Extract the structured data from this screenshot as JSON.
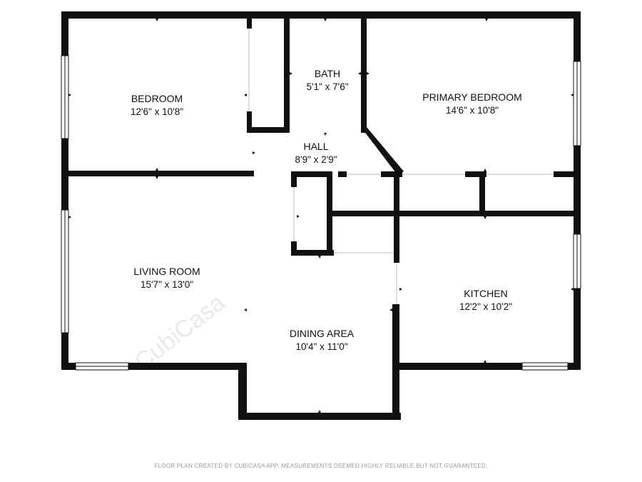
{
  "rooms": [
    {
      "name": "BEDROOM",
      "dimensions": "12'6\" x 10'8\""
    },
    {
      "name": "BATH",
      "dimensions": "5'1\" x 7'6\""
    },
    {
      "name": "PRIMARY BEDROOM",
      "dimensions": "14'6\" x 10'8\""
    },
    {
      "name": "HALL",
      "dimensions": "8'9\" x 2'9\""
    },
    {
      "name": "LIVING ROOM",
      "dimensions": "15'7\" x 13'0\""
    },
    {
      "name": "KITCHEN",
      "dimensions": "12'2\" x 10'2\""
    },
    {
      "name": "DINING AREA",
      "dimensions": "10'4\" x 11'0\""
    }
  ],
  "footer": "FLOOR PLAN CREATED BY CUBICASA APP. MEASUREMENTS DEEMED HIGHLY RELIABLE BUT NOT GUARANTEED.",
  "watermark": "CubiCasa",
  "colors": {
    "wall": "#111111",
    "window": "#ffffff",
    "footer_text": "#9a9a9a"
  }
}
